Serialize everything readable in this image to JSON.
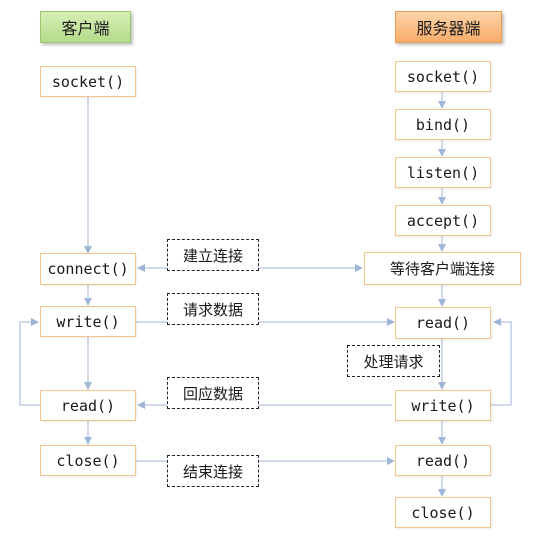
{
  "headers": {
    "client": "客户端",
    "server": "服务器端"
  },
  "client": {
    "socket": "socket()",
    "connect": "connect()",
    "write": "write()",
    "read": "read()",
    "close": "close()"
  },
  "server": {
    "socket": "socket()",
    "bind": "bind()",
    "listen": "listen()",
    "accept": "accept()",
    "wait": "等待客户端连接",
    "read1": "read()",
    "write": "write()",
    "read2": "read()",
    "close": "close()"
  },
  "notes": {
    "connect": "建立连接",
    "request": "请求数据",
    "process": "处理请求",
    "response": "回应数据",
    "close": "结束连接"
  },
  "colors": {
    "arrow": "#9fb6d8",
    "box_border": "#f2c58d"
  }
}
